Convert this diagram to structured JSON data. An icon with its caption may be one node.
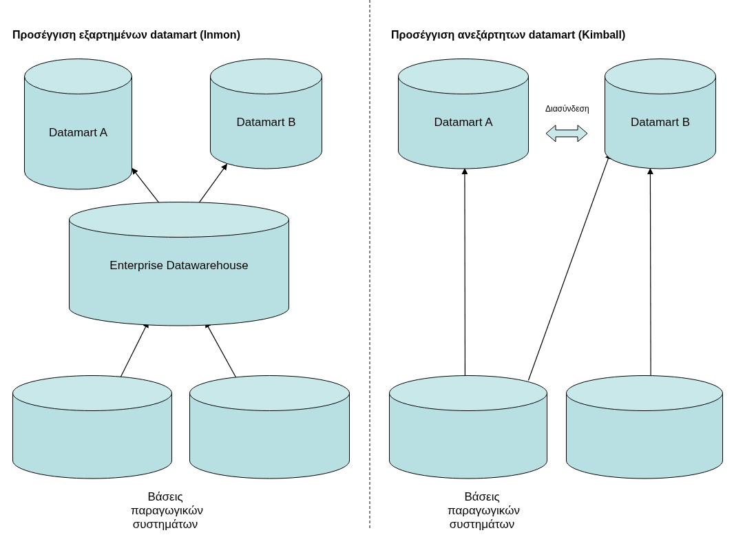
{
  "diagram": {
    "nodes": [
      {
        "text": [
          "Datamart A"
        ]
      },
      {
        "text": [
          "Datamart B"
        ]
      },
      {
        "text": [
          "Enterprise Datawarehouse"
        ]
      },
      {
        "text": [],
        "shape": "cylinder"
      },
      {
        "text": [],
        "shape": "cylinder"
      },
      {
        "text": [
          "Datamart A"
        ]
      },
      {
        "text": [
          "Datamart B"
        ]
      },
      {
        "text": [],
        "shape": "cylinder"
      },
      {
        "text": [],
        "shape": "cylinder"
      }
    ],
    "edges": [
      {
        "from": 2,
        "to": 0,
        "arrow": "to"
      },
      {
        "from": 2,
        "to": 1,
        "arrow": "to"
      },
      {
        "from": 3,
        "to": 2,
        "arrow": "to"
      },
      {
        "from": 4,
        "to": 2,
        "arrow": "to"
      },
      {
        "from": 7,
        "to": 5,
        "arrow": "to"
      },
      {
        "from": 7,
        "to": 6,
        "arrow": "to"
      },
      {
        "from": 8,
        "to": 6,
        "arrow": "to"
      },
      {
        "from": 5,
        "to": 6,
        "arrow": "both",
        "label": "Διασύνδεση",
        "style": "thick"
      }
    ],
    "labels": [
      "Προσέγγιση εξαρτημένων datamart (Inmon)",
      "Προσέγγιση ανεξάρτητων datamart (Kimball)",
      "Βάσεις παραγωγικών συστημάτων",
      "Βάσεις παραγωγικών συστημάτων"
    ]
  }
}
